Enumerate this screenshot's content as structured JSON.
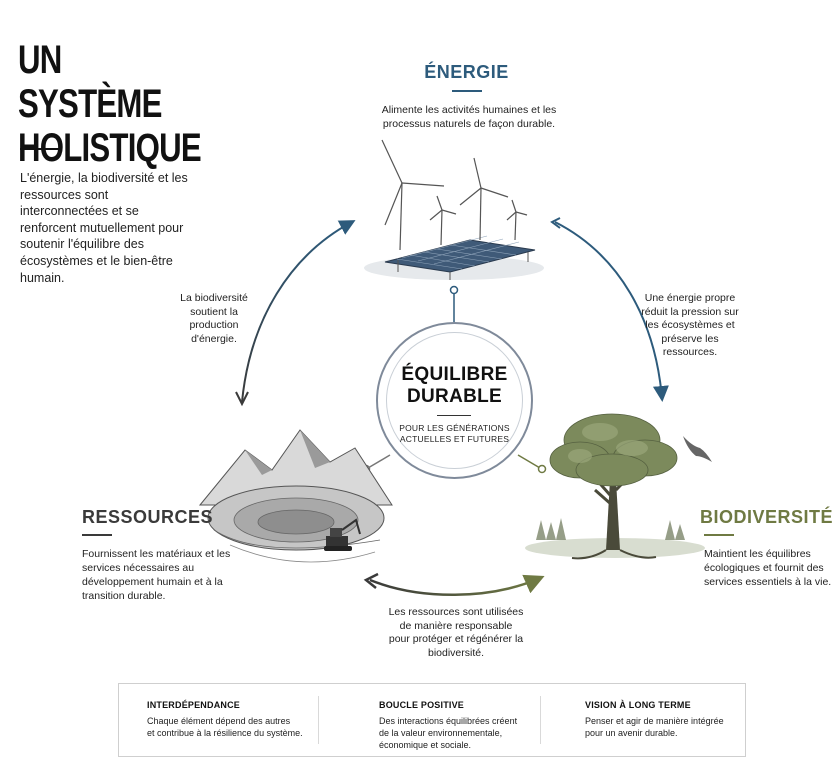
{
  "title": {
    "line1": "UN SYSTÈME",
    "line2": "HOLISTIQUE"
  },
  "intro": "L'énergie, la biodiversité et les ressources sont interconnectées et se renforcent mutuellement pour soutenir l'équilibre des écosystèmes et le bien-être humain.",
  "nodes": {
    "energie": {
      "title": "ÉNERGIE",
      "desc": "Alimente les activités humaines et les processus naturels de façon durable.",
      "color": "#2d5b7c"
    },
    "ressources": {
      "title": "RESSOURCES",
      "desc": "Fournissent les matériaux et les services nécessaires au développement humain et à la transition durable.",
      "color": "#3a3a3a"
    },
    "biodiversite": {
      "title": "BIODIVERSITÉ",
      "desc": "Maintient les équilibres écologiques et fournit des services essentiels à la vie.",
      "color": "#6f7a43"
    }
  },
  "arrows": {
    "left": "La biodiversité soutient la production d'énergie.",
    "right": "Une énergie propre réduit la pression sur les écosystèmes et préserve les ressources.",
    "bottom": "Les ressources sont utilisées de manière responsable pour protéger et régénérer la biodiversité."
  },
  "center": {
    "line1": "ÉQUILIBRE",
    "line2": "DURABLE",
    "sub1": "POUR LES GÉNÉRATIONS",
    "sub2": "ACTUELLES ET FUTURES"
  },
  "footer": [
    {
      "heading": "INTERDÉPENDANCE",
      "line1": "Chaque élément dépend des autres",
      "line2": "et contribue à la résilience du système."
    },
    {
      "heading": "BOUCLE POSITIVE",
      "line1": "Des interactions équilibrées créent",
      "line2": "de la valeur environnementale,",
      "line3": "économique et sociale."
    },
    {
      "heading": "VISION À LONG TERME",
      "line1": "Penser et agir de manière intégrée",
      "line2": "pour un avenir durable."
    }
  ],
  "icons": [
    "wind-turbine-icon",
    "solar-panel-icon",
    "mountain-quarry-icon",
    "excavator-icon",
    "tree-icon",
    "bird-icon"
  ]
}
